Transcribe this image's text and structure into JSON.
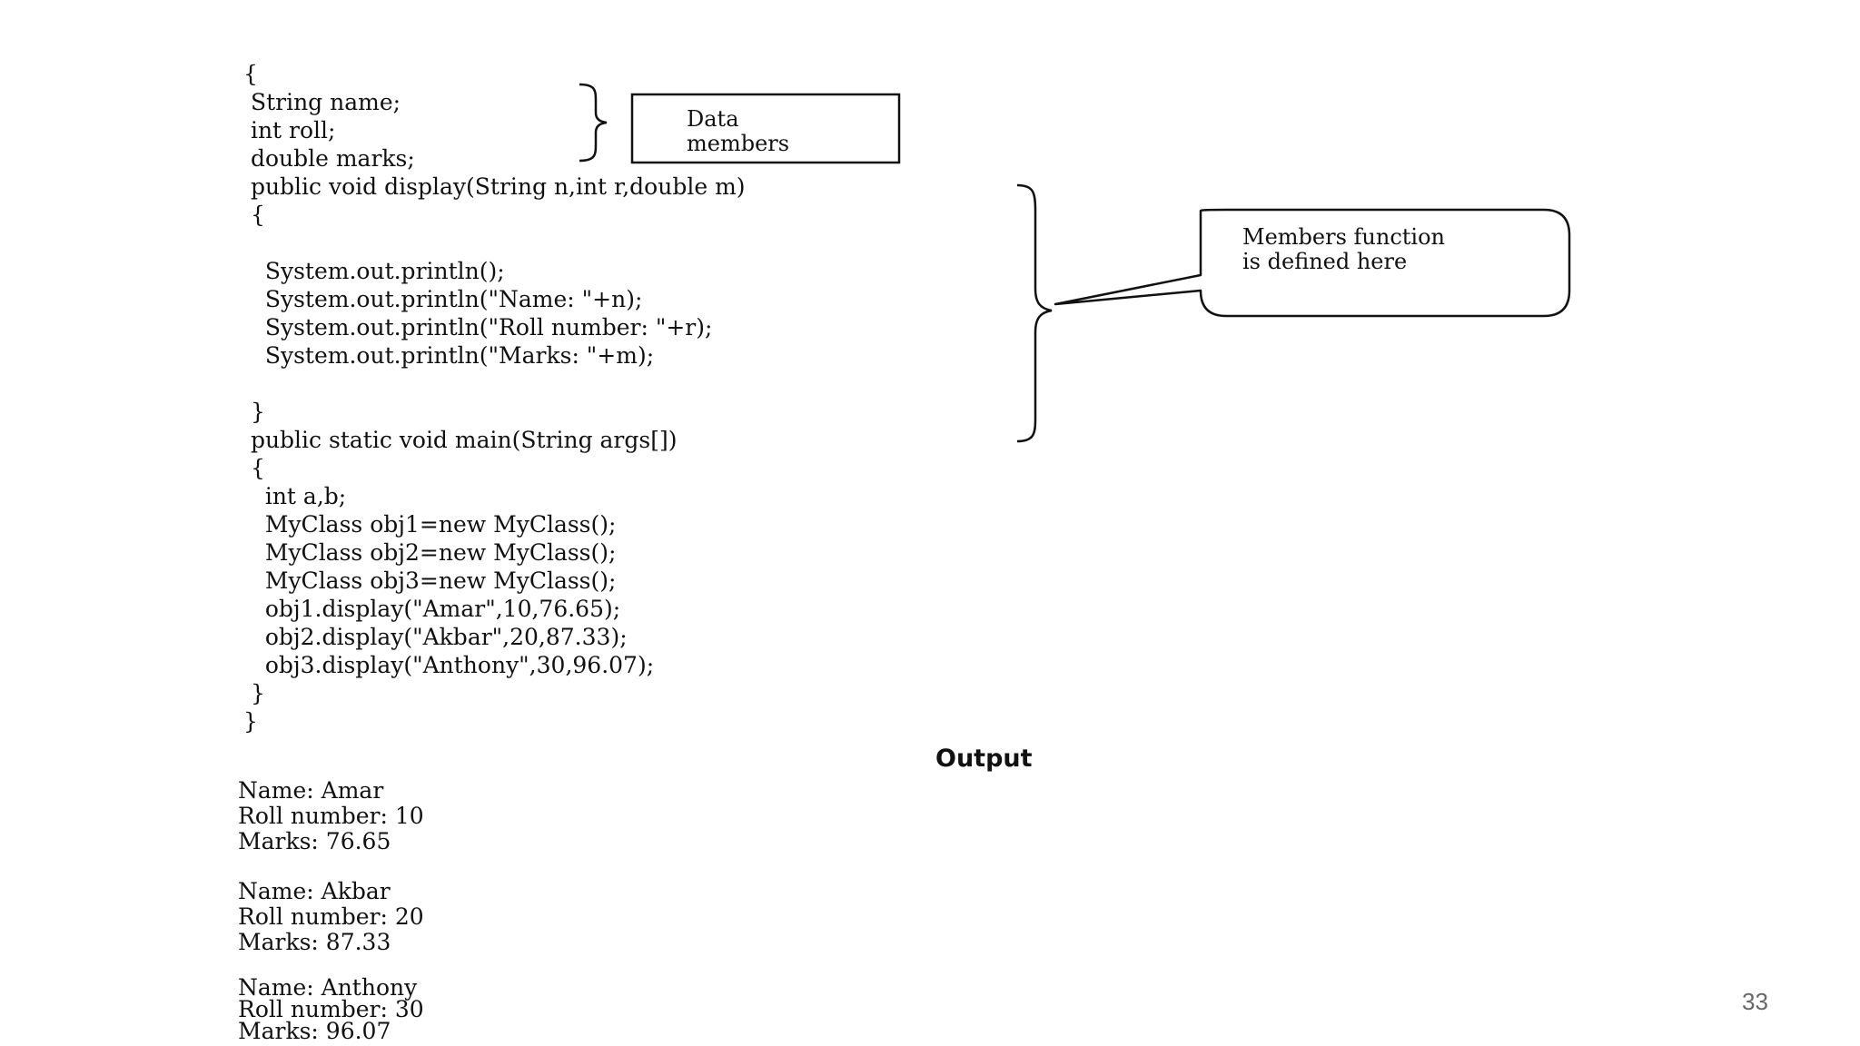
{
  "code_lines": [
    "{",
    " String name;",
    " int roll;",
    " double marks;",
    " public void display(String n,int r,double m)",
    " {",
    "",
    "   System.out.println();",
    "   System.out.println(\"Name: \"+n);",
    "   System.out.println(\"Roll number: \"+r);",
    "   System.out.println(\"Marks: \"+m);",
    "",
    " }",
    " public static void main(String args[])",
    " {",
    "   int a,b;",
    "   MyClass obj1=new MyClass();",
    "   MyClass obj2=new MyClass();",
    "   MyClass obj3=new MyClass();",
    "   obj1.display(\"Amar\",10,76.65);",
    "   obj2.display(\"Akbar\",20,87.33);",
    "   obj3.display(\"Anthony\",30,96.07);",
    " }",
    "}"
  ],
  "annotations": {
    "data_members": {
      "line1": "Data",
      "line2": "members"
    },
    "member_function": {
      "line1": "Members function",
      "line2": "is defined here"
    }
  },
  "output": {
    "heading": "Output",
    "lines": [
      "Name: Amar",
      "Roll number: 10",
      "Marks: 76.65",
      "",
      "Name: Akbar",
      "Roll number: 20",
      "Marks: 87.33",
      "",
      "Name: Anthony",
      "Roll number: 30",
      "Marks: 96.07"
    ]
  },
  "page_number": "33"
}
